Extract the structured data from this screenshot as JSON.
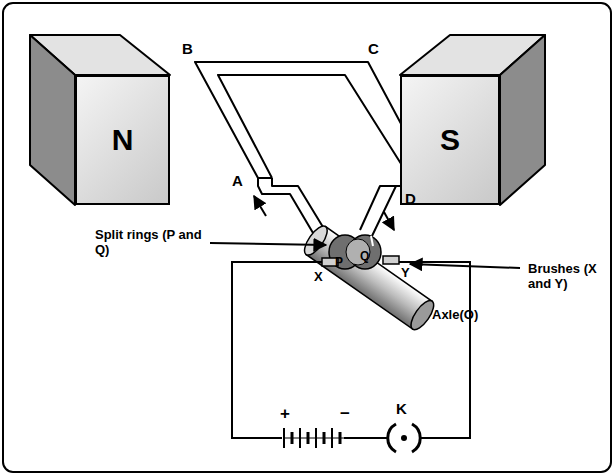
{
  "diagram": {
    "nodes": [
      {
        "text": [
          "N"
        ]
      },
      {
        "text": [
          "S"
        ]
      }
    ],
    "labels": [
      "B",
      "C",
      "A",
      "D",
      "Split rings (P and Q)",
      "P",
      "Q",
      "X",
      "Y",
      "Brushes (X and Y)",
      "Axle(O)",
      "K",
      "+",
      "−"
    ]
  }
}
